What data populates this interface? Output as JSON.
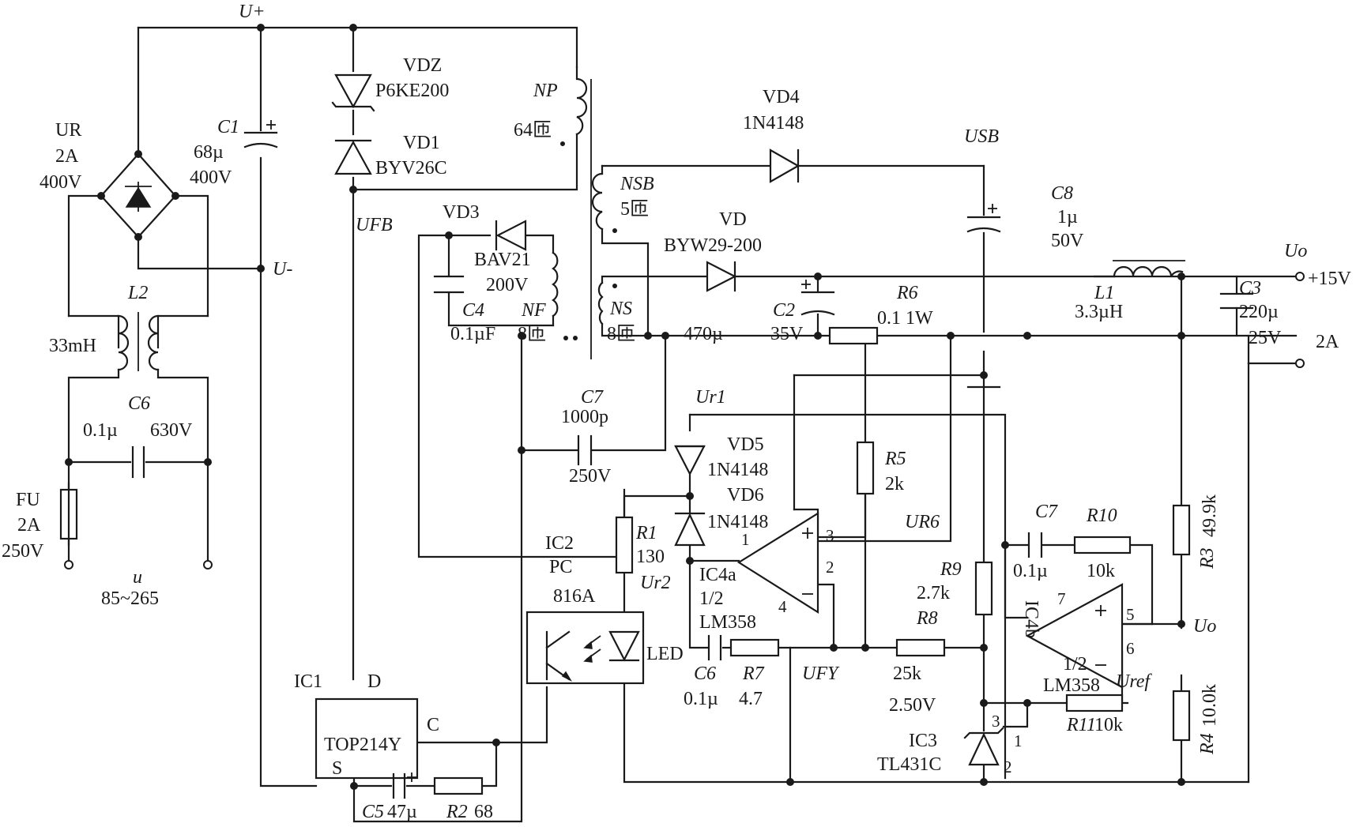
{
  "labels": {
    "u_plus": "U+",
    "u_minus": "U-",
    "u_fb": "UFB",
    "ur_name": "UR",
    "ur_current": "2A",
    "ur_voltage": "400V",
    "c1_name": "C1",
    "c1_cap": "68µ",
    "c1_volt": "400V",
    "vdz_name": "VDZ",
    "vdz_part": "P6KE200",
    "vd1_name": "VD1",
    "vd1_part": "BYV26C",
    "np_name": "NP",
    "np_turns": "64匝",
    "vd4_name": "VD4",
    "vd4_part": "1N4148",
    "usb": "USB",
    "nsb_name": "NSB",
    "nsb_turns": "5匝",
    "c8_name": "C8",
    "c8_cap": "1µ",
    "c8_volt": "50V",
    "vd3_name": "VD3",
    "vd3_part": "BAV21",
    "vd3_volt": "200V",
    "vd_name": "VD",
    "vd_part": "BYW29-200",
    "uo_out": "Uo",
    "out_voltage": "+15V",
    "out_current": "2A",
    "l2_name": "L2",
    "l2_val": "33mH",
    "c4_name": "C4",
    "c4_val": "0.1µF",
    "nf_name": "NF",
    "nf_turns": "8匝",
    "ns_name": "NS",
    "ns_turns": "8匝",
    "c2_name": "C2",
    "c2_cap": "470µ",
    "c2_volt": "35V",
    "r6_name": "R6",
    "r6_val": "0.1  1W",
    "l1_name": "L1",
    "l1_val": "3.3µH",
    "c3_name": "C3",
    "c3_cap": "220µ",
    "c3_volt": "25V",
    "c6_name": "C6",
    "c6_cap": "0.1µ",
    "c6_volt": "630V",
    "c7_name": "C7",
    "c7_cap": "1000p",
    "c7_volt": "250V",
    "ur1": "Ur1",
    "vd5_name": "VD5",
    "vd5_part": "1N4148",
    "vd6_name": "VD6",
    "vd6_part": "1N4148",
    "r5_name": "R5",
    "r5_val": "2k",
    "ur6": "UR6",
    "fu_name": "FU",
    "fu_current": "2A",
    "fu_volt": "250V",
    "u_name": "u",
    "u_range": "85~265",
    "ic2_name": "IC2",
    "ic2_part1": "PC",
    "ic2_part2": "816A",
    "r1_name": "R1",
    "r1_val": "130",
    "ur2": "Ur2",
    "ic4a_name": "IC4a",
    "ic4a_frac": "1/2",
    "ic4a_part": "LM358",
    "c7b_name": "C7",
    "c7b_val": "0.1µ",
    "r10_name": "R10",
    "r10_val": "10k",
    "r3_name": "R3",
    "r3_val": "49.9k",
    "r9_name": "R9",
    "r9_val": "2.7k",
    "ic4b_name": "IC4b",
    "uo_node": "Uo",
    "c6b_name": "C6",
    "c6b_val": "0.1µ",
    "r7_name": "R7",
    "r7_val": "4.7",
    "ufy": "UFY",
    "r8_name": "R8",
    "r8_val": "25k",
    "ic4b_frac": "1/2",
    "ic4b_part": "LM358",
    "uref": "Uref",
    "led": "LED",
    "ic1_name": "IC1",
    "ic1_part": "TOP214Y",
    "pin_d": "D",
    "pin_c": "C",
    "pin_s": "S",
    "v250": "2.50V",
    "r11_name": "R11",
    "r11_val": "10k",
    "r4_name": "R4",
    "r4_val": "10.0k",
    "ic3_name": "IC3",
    "ic3_part": "TL431C",
    "c5_name": "C5",
    "c5_val": "47µ",
    "r2_name": "R2",
    "r2_val": "68",
    "pin_3a": "3",
    "pin_2a": "2",
    "pin_4a": "4",
    "pin_1a": "1",
    "pin_7b": "7",
    "pin_5b": "5",
    "pin_6b": "6",
    "pin_3c": "3",
    "pin_1c": "1",
    "pin_2c": "2"
  }
}
